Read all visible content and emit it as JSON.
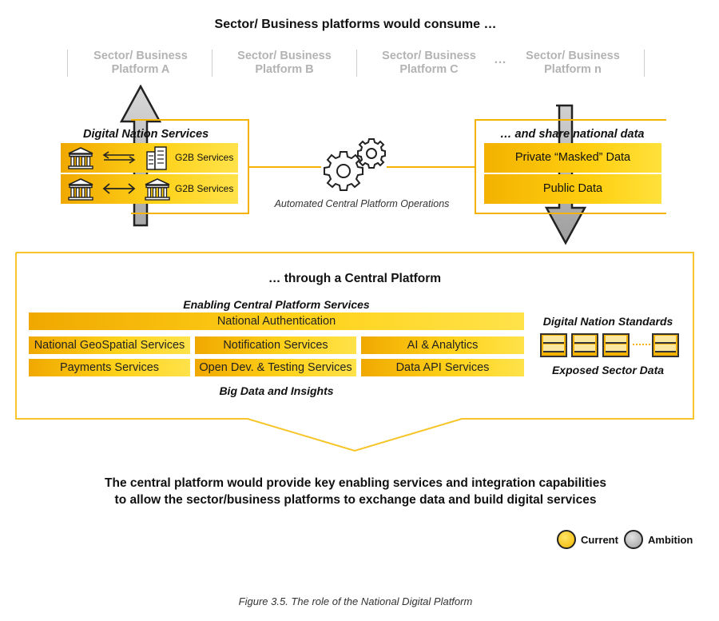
{
  "top_heading": "Sector/ Business platforms would consume …",
  "platforms": [
    {
      "line1": "Sector/ Business",
      "line2": "Platform A"
    },
    {
      "line1": "Sector/ Business",
      "line2": "Platform B"
    },
    {
      "line1": "Sector/ Business",
      "line2": "Platform C"
    },
    {
      "line1": "Sector/ Business",
      "line2": "Platform n"
    }
  ],
  "platform_ellipsis": "…",
  "left_panel": {
    "title": "Digital Nation Services",
    "rows": [
      {
        "label": "G2B Services"
      },
      {
        "label": "G2B Services"
      }
    ]
  },
  "center_label": "Automated Central Platform Operations",
  "right_panel": {
    "title": "… and share national data",
    "rows": [
      "Private “Masked” Data",
      "Public Data"
    ]
  },
  "central": {
    "title": "… through a Central Platform",
    "subtitle": "Enabling Central Platform Services",
    "auth": "National Authentication",
    "services": [
      [
        "National GeoSpatial Services",
        "Notification Services",
        "AI & Analytics"
      ],
      [
        "Payments Services",
        "Open Dev. & Testing Services",
        "Data API Services"
      ]
    ],
    "footer": "Big Data and Insights",
    "standards_title": "Digital Nation Standards",
    "standards_footer": "Exposed Sector Data"
  },
  "conclusion": {
    "line1": "The central platform would provide key enabling services and integration capabilities",
    "line2": "to allow the sector/business platforms to exchange data and build digital services"
  },
  "legend": {
    "current": "Current",
    "ambition": "Ambition",
    "current_color": "#ffd21a",
    "ambition_color": "#bdbdbd"
  },
  "caption": "Figure 3.5.  The role of the National Digital Platform"
}
